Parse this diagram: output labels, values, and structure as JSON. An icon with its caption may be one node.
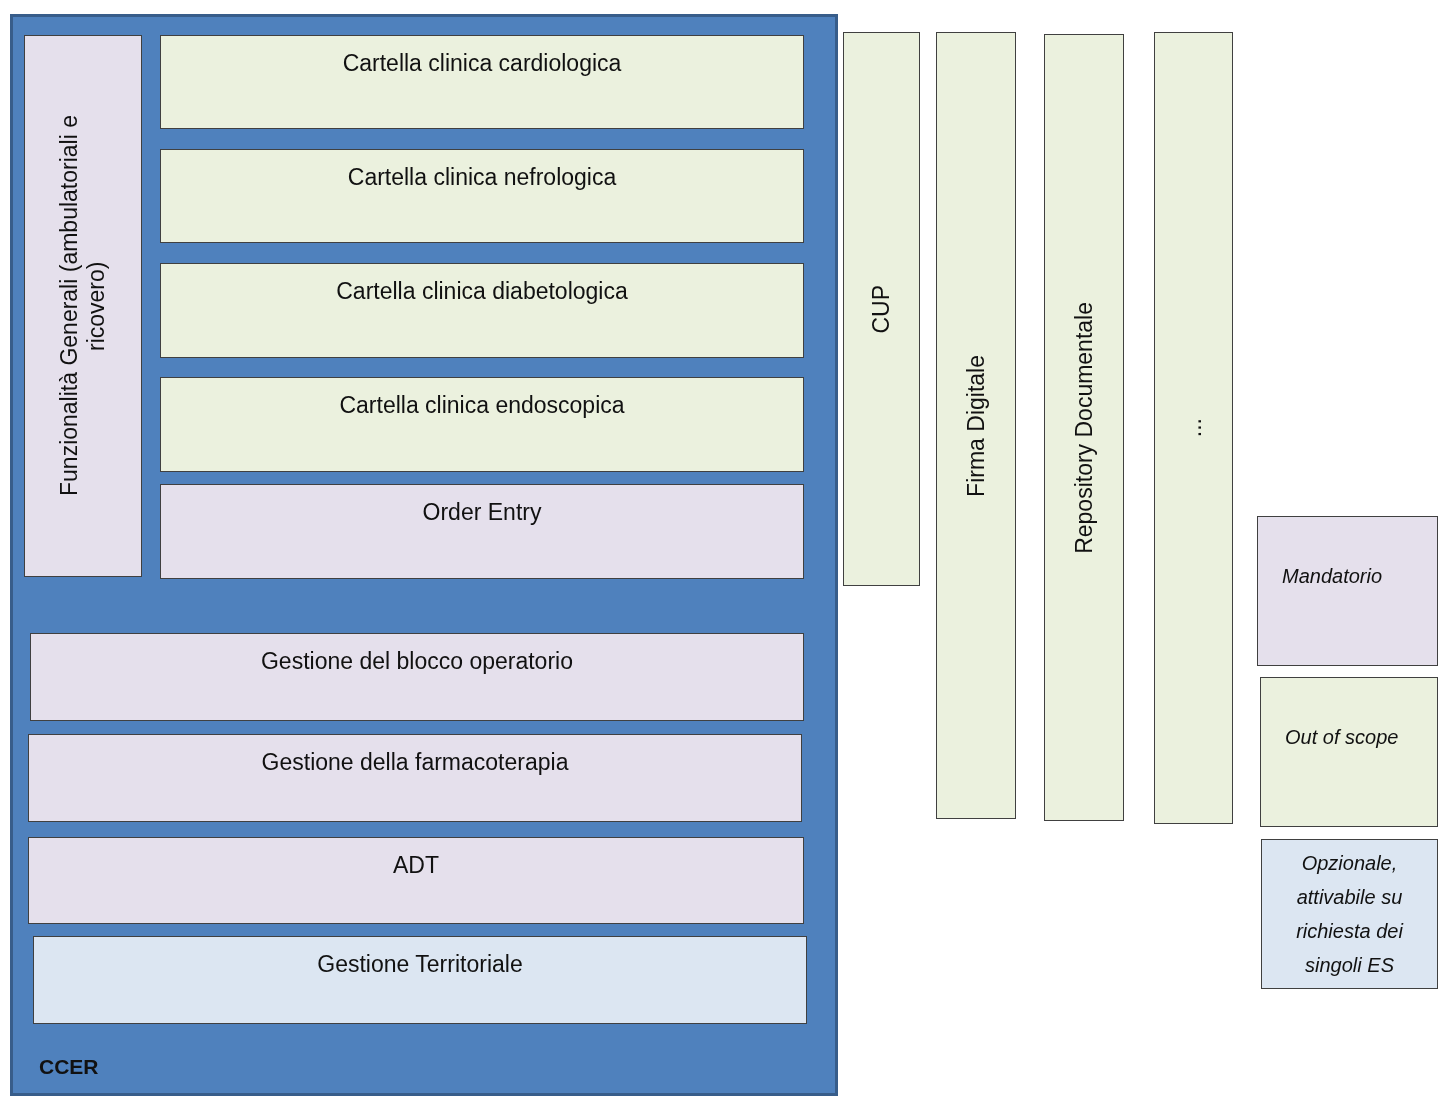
{
  "diagram": {
    "nodes": [
      {
        "text": [
          "CCER"
        ]
      },
      {
        "text": [
          "Funzionalità Generali (ambulatoriali e ricovero)"
        ],
        "in": 0
      },
      {
        "text": [
          "Cartella clinica cardiologica"
        ],
        "in": 0
      },
      {
        "text": [
          "Cartella clinica nefrologica"
        ],
        "in": 0
      },
      {
        "text": [
          "Cartella clinica diabetologica"
        ],
        "in": 0
      },
      {
        "text": [
          "Cartella clinica endoscopica"
        ],
        "in": 0
      },
      {
        "text": [
          "Order Entry"
        ],
        "in": 0
      },
      {
        "text": [
          "Gestione del blocco operatorio"
        ],
        "in": 0
      },
      {
        "text": [
          "Gestione della farmacoterapia"
        ],
        "in": 0
      },
      {
        "text": [
          "ADT"
        ],
        "in": 0
      },
      {
        "text": [
          "Gestione Territoriale"
        ],
        "in": 0
      },
      {
        "text": [
          "CUP"
        ]
      },
      {
        "text": [
          "Firma Digitale"
        ]
      },
      {
        "text": [
          "Repository Documentale"
        ]
      },
      {
        "text": [
          "..."
        ]
      }
    ],
    "edges": [],
    "legend": [
      {
        "text": "Mandatorio",
        "color": "#e5e0ec"
      },
      {
        "text": "Out of scope",
        "color": "#ebf1de"
      },
      {
        "text": "Opzionale, attivabile su richiesta dei singoli ES",
        "color": "#dce6f2"
      }
    ]
  }
}
